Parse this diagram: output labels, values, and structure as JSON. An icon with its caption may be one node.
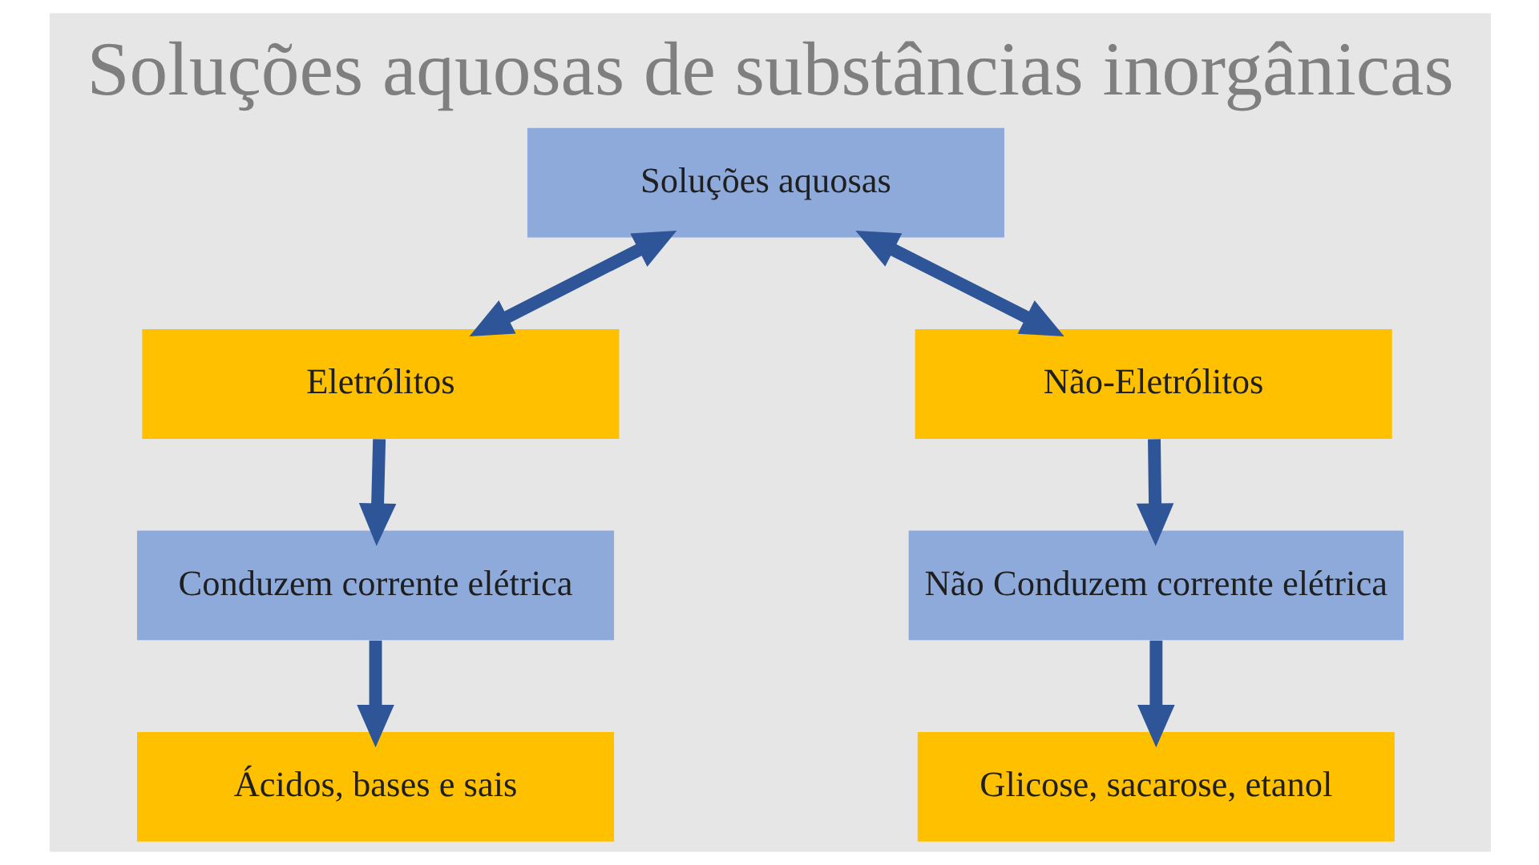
{
  "diagram": {
    "title": "Soluções aquosas de substâncias inorgânicas",
    "nodes": [
      {
        "text": [
          "Soluções aquosas"
        ]
      },
      {
        "text": [
          "Eletrólitos"
        ]
      },
      {
        "text": [
          "Não-Eletrólitos"
        ]
      },
      {
        "text": [
          "Conduzem corrente elétrica"
        ]
      },
      {
        "text": [
          "Não Conduzem corrente elétrica"
        ]
      },
      {
        "text": [
          "Ácidos, bases e sais"
        ]
      },
      {
        "text": [
          "Glicose, sacarose, etanol"
        ]
      }
    ],
    "edges": [
      {
        "from": 0,
        "to": 1,
        "arrow": "both"
      },
      {
        "from": 0,
        "to": 2,
        "arrow": "both"
      },
      {
        "from": 1,
        "to": 3,
        "arrow": "to"
      },
      {
        "from": 3,
        "to": 5,
        "arrow": "to"
      },
      {
        "from": 2,
        "to": 4,
        "arrow": "to"
      },
      {
        "from": 4,
        "to": 6,
        "arrow": "to"
      }
    ]
  }
}
